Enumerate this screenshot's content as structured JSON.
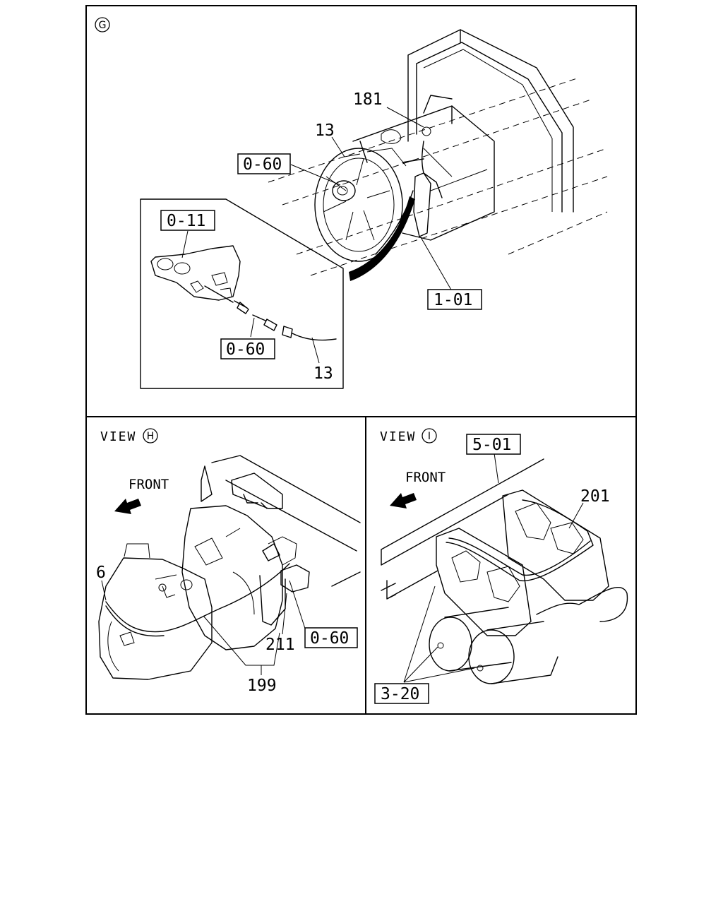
{
  "panel_g": {
    "marker": "G",
    "labels": {
      "p181": "181",
      "p13_top": "13",
      "p060_top": "0-60",
      "p011": "0-11",
      "p101": "1-01",
      "p060_inset": "0-60",
      "p13_inset": "13"
    }
  },
  "panel_h": {
    "view_text": "VIEW",
    "marker": "H",
    "front": "FRONT",
    "labels": {
      "p6": "6",
      "p211": "211",
      "p060": "0-60",
      "p199": "199"
    }
  },
  "panel_i": {
    "view_text": "VIEW",
    "marker": "I",
    "front": "FRONT",
    "labels": {
      "p501": "5-01",
      "p201": "201",
      "p320": "3-20"
    }
  }
}
